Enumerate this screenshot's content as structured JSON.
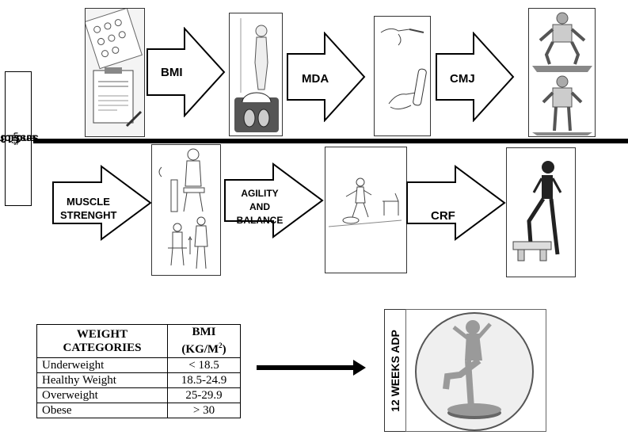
{
  "side_label": {
    "text": "1st and 13 th session",
    "p1": "1",
    "sup1": "st",
    "p2": " and 13 ",
    "sup2": "th",
    "p3": "session"
  },
  "top_row": {
    "arrows": [
      {
        "label": "BMI"
      },
      {
        "label": "MDA"
      },
      {
        "label": "CMJ"
      }
    ]
  },
  "bottom_row": {
    "arrows": [
      {
        "label_lines": [
          "MUSCLE",
          "STRENGHT"
        ]
      },
      {
        "label_lines": [
          "AGILITY",
          "AND",
          "BALANCE"
        ]
      },
      {
        "label_lines": [
          "CRF"
        ]
      }
    ]
  },
  "table": {
    "header_left": [
      "WEIGHT",
      "CATEGORIES"
    ],
    "header_right_line1": "BMI",
    "header_right_line2_pre": "(KG/M",
    "header_right_line2_sup": "2",
    "header_right_line2_post": ")",
    "rows": [
      {
        "category": "Underweight",
        "bmi": "< 18.5"
      },
      {
        "category": "Healthy Weight",
        "bmi": "18.5-24.9"
      },
      {
        "category": "Overweight",
        "bmi": "25-29.9"
      },
      {
        "category": "Obese",
        "bmi": "> 30"
      }
    ]
  },
  "program_label": "12 WEEKS ADP",
  "colors": {
    "line": "#000000",
    "figure_gray": "#9a9a9a",
    "pad_gray": "#d0d0d0"
  }
}
